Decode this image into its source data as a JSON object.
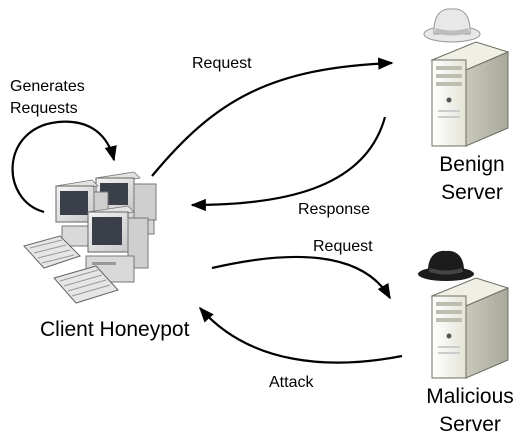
{
  "labels": {
    "generates_requests_line1": "Generates",
    "generates_requests_line2": "Requests",
    "client": "Client Honeypot",
    "benign_line1": "Benign",
    "benign_line2": "Server",
    "malicious_line1": "Malicious",
    "malicious_line2": "Server",
    "request_top": "Request",
    "response": "Response",
    "request_bottom": "Request",
    "attack": "Attack"
  },
  "colors": {
    "benign_hat": "#e8e8e8",
    "malicious_hat": "#1c1c1c",
    "server_body": "#f2f2ea",
    "arrow": "#000000"
  },
  "icons": {
    "client": "computer-cluster-icon",
    "benign_server": "server-tower-icon",
    "malicious_server": "server-tower-icon",
    "benign_hat": "white-hat-icon",
    "malicious_hat": "black-hat-icon"
  }
}
